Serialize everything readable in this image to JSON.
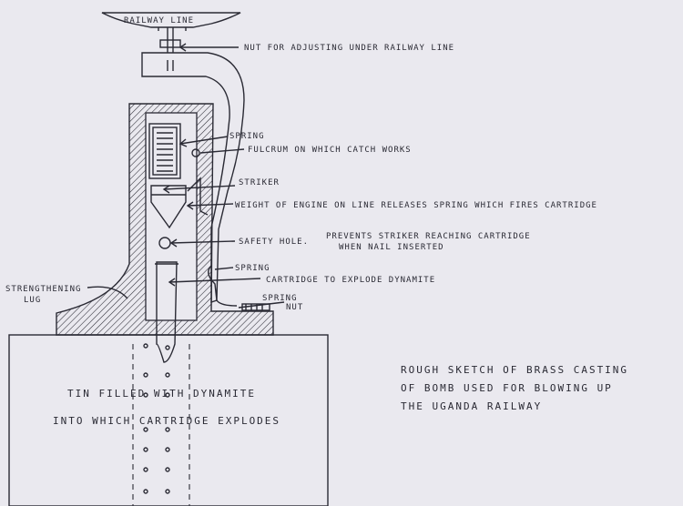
{
  "labels": {
    "railway_line": "RAILWAY LINE",
    "nut_adjust": "NUT FOR ADJUSTING UNDER RAILWAY LINE",
    "spring_top": "SPRING",
    "fulcrum": "FULCRUM ON WHICH CATCH WORKS",
    "striker": "STRIKER",
    "weight": "WEIGHT OF ENGINE ON LINE RELEASES SPRING WHICH FIRES CARTRIDGE",
    "safety_hole": "SAFETY HOLE.",
    "prevents_1": "PREVENTS STRIKER REACHING CARTRIDGE",
    "prevents_2": "WHEN NAIL INSERTED",
    "spring_mid": "SPRING",
    "cartridge": "CARTRIDGE TO EXPLODE DYNAMITE",
    "strengthening_1": "STRENGTHENING",
    "strengthening_2": "LUG",
    "spring_low": "SPRING",
    "nut_low": "NUT",
    "tin_1": "TIN   FILLED   WITH DYNAMITE",
    "tin_2": "INTO WHICH   CARTRIDGE EXPLODES"
  },
  "caption": {
    "line1": "ROUGH SKETCH OF BRASS CASTING",
    "line2": "OF BOMB USED FOR BLOWING UP",
    "line3": "THE UGANDA RAILWAY"
  },
  "colors": {
    "paper": "#eae9ef",
    "ink": "#2a2a34"
  }
}
